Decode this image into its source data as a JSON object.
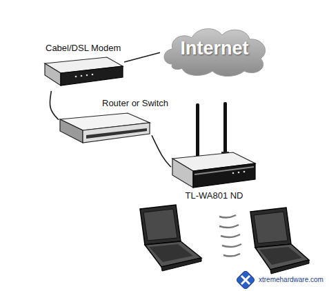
{
  "diagram": {
    "nodes": [
      {
        "text": [
          "Cabel/DSL Modem"
        ]
      },
      {
        "text": [
          "Internet"
        ]
      },
      {
        "text": [
          "Router or Switch"
        ]
      },
      {
        "text": [
          "TL-WA801 ND"
        ]
      }
    ],
    "edges": [
      {
        "from": 0,
        "to": 1,
        "arrow": "none"
      },
      {
        "from": 0,
        "to": 2,
        "arrow": "none"
      },
      {
        "from": 2,
        "to": 3,
        "arrow": "none"
      }
    ],
    "labels": [
      "xtremehardware.com"
    ]
  }
}
